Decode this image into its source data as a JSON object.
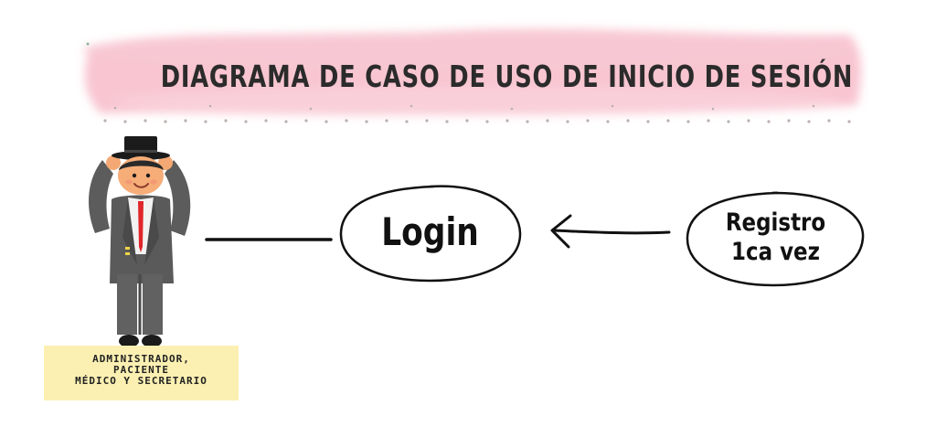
{
  "title": "DIAGRAMA DE CASO DE USO DE INICIO DE SESIÓN",
  "actor": {
    "label": "ADMINISTRADOR,\nPACIENTE\nMÉDICO Y SECRETARIO",
    "figure_icon": "businessman-with-top-hat-icon"
  },
  "use_cases": {
    "login": "Login",
    "registro": "Registro\n1ca vez"
  },
  "relations": [
    {
      "from": "actor",
      "to": "login",
      "kind": "association"
    },
    {
      "from": "registro",
      "to": "login",
      "kind": "arrow"
    }
  ],
  "colors": {
    "banner": "#f8bfcc",
    "actor_label_bg": "#fbf0b2",
    "ink": "#111111",
    "suit": "#5a5a5a",
    "tie": "#e0262b"
  }
}
